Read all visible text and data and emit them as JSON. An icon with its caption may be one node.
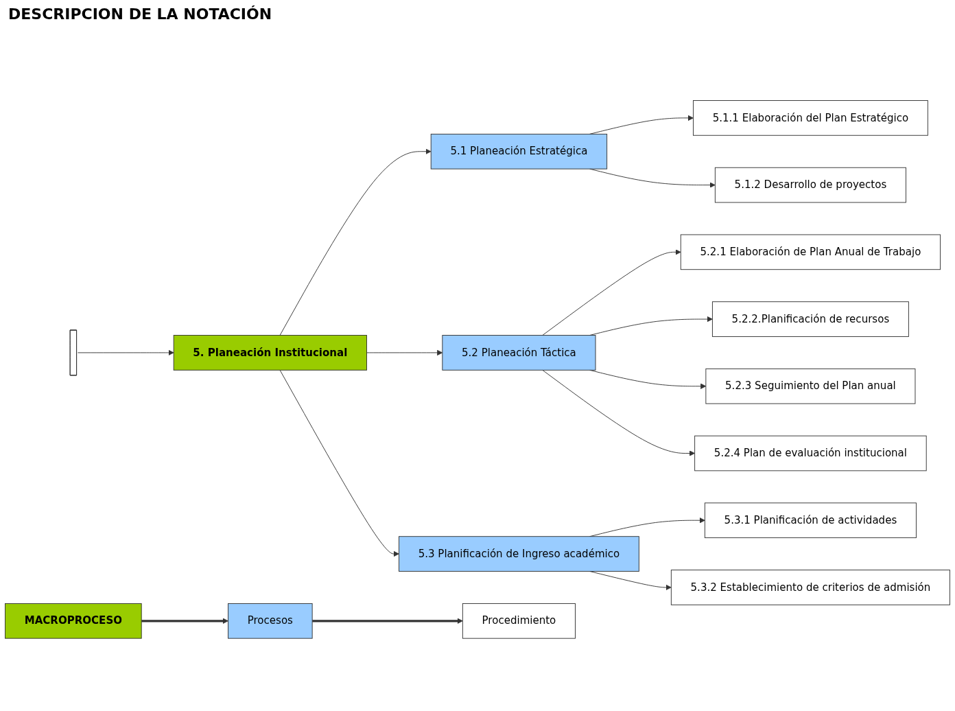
{
  "diagram": {
    "nodes": [
      {
        "text": [],
        "shape": "bar"
      },
      {
        "text": [
          "5. Planeación Institucional"
        ]
      },
      {
        "text": [
          "5.1 Planeación Estratégica"
        ]
      },
      {
        "text": [
          "5.1.1 Elaboración del Plan Estratégico"
        ]
      },
      {
        "text": [
          "5.1.2 Desarrollo de proyectos"
        ]
      },
      {
        "text": [
          "5.2 Planeación Táctica"
        ]
      },
      {
        "text": [
          "5.2.1 Elaboración de Plan Anual de Trabajo"
        ]
      },
      {
        "text": [
          "5.2.2.Planificación de recursos"
        ]
      },
      {
        "text": [
          "5.2.3 Seguimiento del Plan anual"
        ]
      },
      {
        "text": [
          "5.2.4 Plan de evaluación institucional"
        ]
      },
      {
        "text": [
          "5.3 Planificación de Ingreso académico"
        ]
      },
      {
        "text": [
          "5.3.1 Planificación de actividades"
        ]
      },
      {
        "text": [
          "5.3.2 Establecimiento de criterios de admisión"
        ]
      },
      {
        "text": [
          "MACROPROCESO"
        ]
      },
      {
        "text": [
          "Procesos"
        ]
      },
      {
        "text": [
          "Procedimiento"
        ]
      }
    ],
    "edges": [
      {
        "from": 0,
        "to": 1,
        "arrow": "to"
      },
      {
        "from": 1,
        "to": 2,
        "arrow": "to"
      },
      {
        "from": 2,
        "to": 3,
        "arrow": "to"
      },
      {
        "from": 2,
        "to": 4,
        "arrow": "to"
      },
      {
        "from": 1,
        "to": 5,
        "arrow": "to"
      },
      {
        "from": 5,
        "to": 6,
        "arrow": "to"
      },
      {
        "from": 5,
        "to": 7,
        "arrow": "to"
      },
      {
        "from": 5,
        "to": 8,
        "arrow": "to"
      },
      {
        "from": 5,
        "to": 9,
        "arrow": "to"
      },
      {
        "from": 1,
        "to": 10,
        "arrow": "to"
      },
      {
        "from": 10,
        "to": 11,
        "arrow": "to"
      },
      {
        "from": 10,
        "to": 12,
        "arrow": "to"
      },
      {
        "from": 13,
        "to": 14,
        "arrow": "to",
        "style": "thick"
      },
      {
        "from": 14,
        "to": 15,
        "arrow": "to",
        "style": "thick"
      }
    ],
    "labels": [
      "DESCRIPCION DE LA NOTACIÓN"
    ]
  }
}
